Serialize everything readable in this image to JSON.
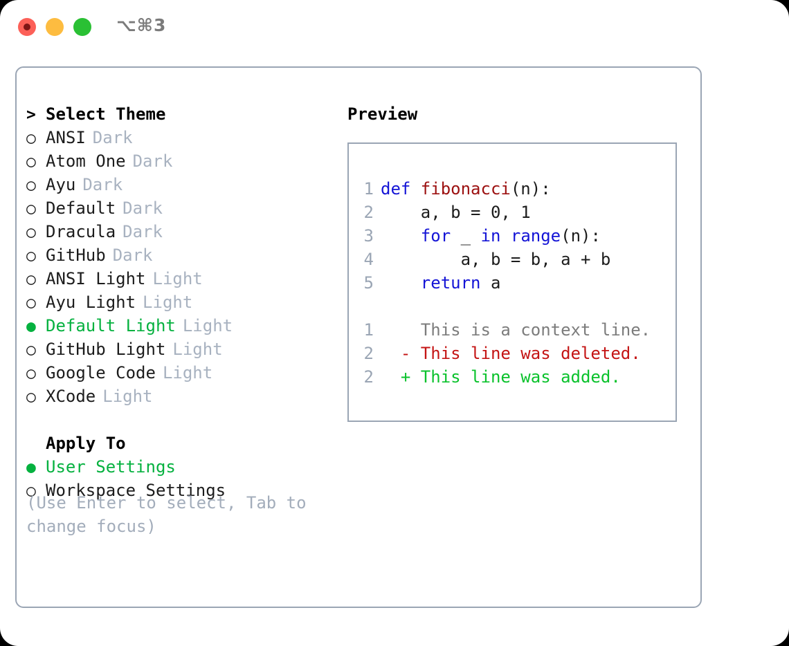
{
  "titlebar": {
    "shortcut": "⌥⌘3",
    "buttons": {
      "close": "close",
      "minimize": "minimize",
      "maximize": "maximize"
    }
  },
  "left": {
    "heading": {
      "caret": ">",
      "label": "Select Theme"
    },
    "themes": [
      {
        "bullet": "○",
        "label": "ANSI",
        "badge": "Dark",
        "selected": false
      },
      {
        "bullet": "○",
        "label": "Atom One",
        "badge": "Dark",
        "selected": false
      },
      {
        "bullet": "○",
        "label": "Ayu",
        "badge": "Dark",
        "selected": false
      },
      {
        "bullet": "○",
        "label": "Default",
        "badge": "Dark",
        "selected": false
      },
      {
        "bullet": "○",
        "label": "Dracula",
        "badge": "Dark",
        "selected": false
      },
      {
        "bullet": "○",
        "label": "GitHub",
        "badge": "Dark",
        "selected": false
      },
      {
        "bullet": "○",
        "label": "ANSI Light",
        "badge": "Light",
        "selected": false
      },
      {
        "bullet": "○",
        "label": "Ayu Light",
        "badge": "Light",
        "selected": false
      },
      {
        "bullet": "●",
        "label": "Default Light",
        "badge": "Light",
        "selected": true
      },
      {
        "bullet": "○",
        "label": "GitHub Light",
        "badge": "Light",
        "selected": false
      },
      {
        "bullet": "○",
        "label": "Google Code",
        "badge": "Light",
        "selected": false
      },
      {
        "bullet": "○",
        "label": "XCode",
        "badge": "Light",
        "selected": false
      }
    ],
    "apply_to": {
      "heading": "Apply To",
      "options": [
        {
          "bullet": "●",
          "label": "User Settings",
          "selected": true
        },
        {
          "bullet": "○",
          "label": "Workspace Settings",
          "selected": false
        }
      ]
    },
    "hint": "(Use Enter to select, Tab to change focus)"
  },
  "right": {
    "title": "Preview",
    "code": [
      {
        "no": "1",
        "tokens": [
          {
            "t": "def ",
            "c": "kw"
          },
          {
            "t": "fibonacci",
            "c": "fn"
          },
          {
            "t": "(n):",
            "c": "code-txt"
          }
        ]
      },
      {
        "no": "2",
        "tokens": [
          {
            "t": "    a, b = 0, 1",
            "c": "code-txt"
          }
        ]
      },
      {
        "no": "3",
        "tokens": [
          {
            "t": "    ",
            "c": "code-txt"
          },
          {
            "t": "for",
            "c": "kw"
          },
          {
            "t": " _ ",
            "c": "code-txt"
          },
          {
            "t": "in",
            "c": "kw"
          },
          {
            "t": " ",
            "c": "code-txt"
          },
          {
            "t": "range",
            "c": "kw"
          },
          {
            "t": "(n):",
            "c": "code-txt"
          }
        ]
      },
      {
        "no": "4",
        "tokens": [
          {
            "t": "        a, b = b, a + b",
            "c": "code-txt"
          }
        ]
      },
      {
        "no": "5",
        "tokens": [
          {
            "t": "    ",
            "c": "code-txt"
          },
          {
            "t": "return",
            "c": "kw"
          },
          {
            "t": " a",
            "c": "code-txt"
          }
        ]
      }
    ],
    "diff": [
      {
        "no": "1",
        "marker": " ",
        "text": "This is a context line.",
        "kind": "df-ctx"
      },
      {
        "no": "2",
        "marker": "-",
        "text": "This line was deleted.",
        "kind": "df-del"
      },
      {
        "no": "2",
        "marker": "+",
        "text": "This line was added.",
        "kind": "df-add"
      }
    ]
  },
  "colors": {
    "accent_green": "#05b13f",
    "badge_gray": "#a8b2c0",
    "border": "#9aa5b4",
    "keyword_blue": "#1414d6",
    "function_red": "#9c1010",
    "diff_deleted": "#c41414",
    "diff_added": "#0ac22c",
    "diff_context": "#7c7c7c"
  }
}
